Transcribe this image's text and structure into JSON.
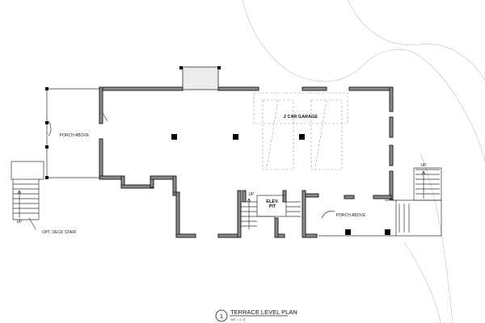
{
  "labels": {
    "garage": "2 CAR GARAGE",
    "porch_left": "PORCH ABOVE",
    "porch_right": "PORCH ABOVE",
    "elev_line1": "ELEV.",
    "elev_line2": "PIT",
    "up_left": "UP",
    "up_center": "UP",
    "up_right": "UP",
    "deck_stair": "OPT. DECK STAIR"
  },
  "title": {
    "number": "1",
    "name": "TERRACE LEVEL PLAN",
    "scale": "1/8\" = 1'-0\""
  }
}
